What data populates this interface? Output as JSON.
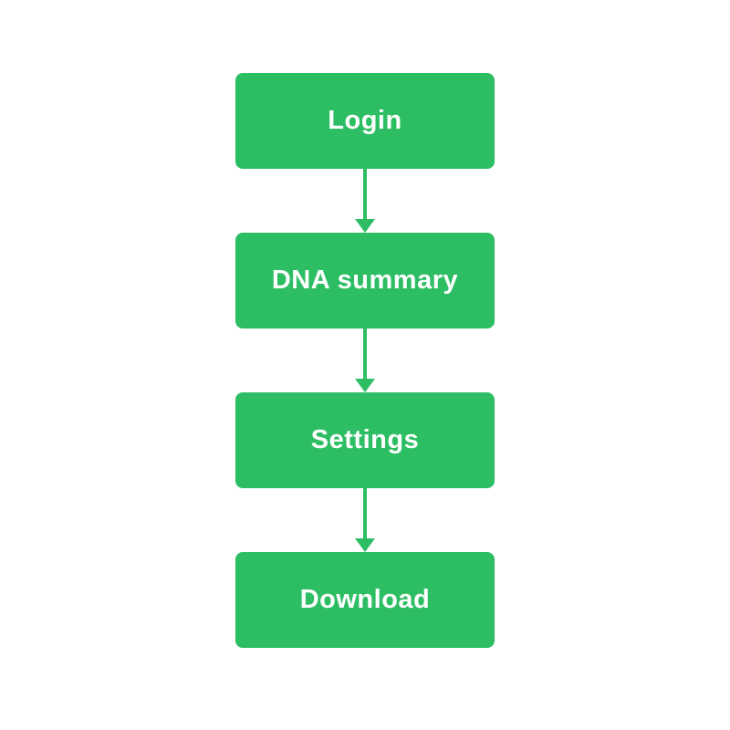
{
  "theme": {
    "node_fill": "#2DBE64",
    "node_text": "#FFFFFF",
    "arrow_color": "#2DBE64",
    "background": "#FFFFFF"
  },
  "flowchart": {
    "type": "vertical-flowchart",
    "nodes": [
      {
        "label": "Login"
      },
      {
        "label": "DNA summary"
      },
      {
        "label": "Settings"
      },
      {
        "label": "Download"
      }
    ],
    "edges": [
      {
        "from": "Login",
        "to": "DNA summary"
      },
      {
        "from": "DNA summary",
        "to": "Settings"
      },
      {
        "from": "Settings",
        "to": "Download"
      }
    ]
  }
}
